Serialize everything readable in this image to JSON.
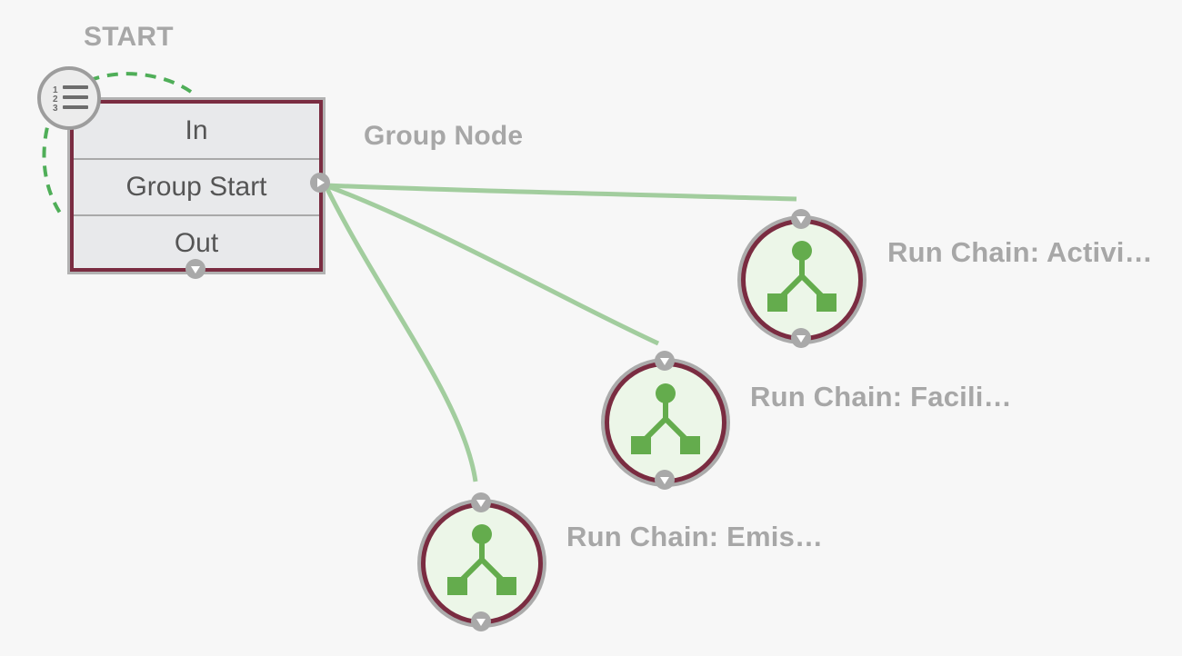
{
  "start_label": "START",
  "group_node": {
    "title": "Group Node",
    "rows": [
      "In",
      "Group Start",
      "Out"
    ]
  },
  "chain_nodes": [
    {
      "label": "Run Chain: Activi…"
    },
    {
      "label": "Run Chain: Facili…"
    },
    {
      "label": "Run Chain: Emis…"
    }
  ],
  "colors": {
    "connector": "#9ecb9a",
    "node_border": "#7a2c41",
    "chain_icon": "#64ac4d",
    "label_gray": "#a7a7a7"
  },
  "icons": {
    "start": "numbered-list-icon",
    "chain": "branch-icon"
  }
}
